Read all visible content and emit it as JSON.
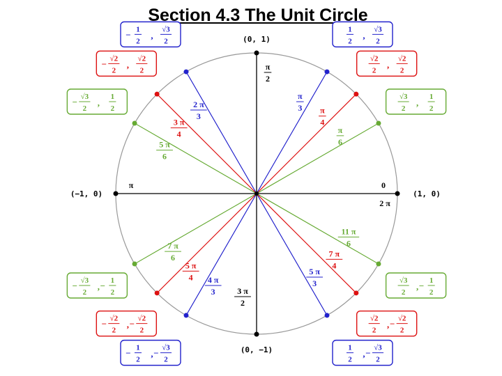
{
  "title": "Section 4.3 The Unit Circle",
  "colors": {
    "axis": "#000000",
    "circle": "#999999",
    "multiples_of_pi_over_6": "#66aa33",
    "multiples_of_pi_over_4": "#dd1111",
    "multiples_of_pi_over_3": "#2222cc"
  },
  "axis_points": [
    {
      "id": "top",
      "coord": "(0, 1)",
      "angle": "π/2"
    },
    {
      "id": "right",
      "coord": "(1, 0)",
      "angle_top": "0",
      "angle_bottom": "2 π"
    },
    {
      "id": "left",
      "coord": "(−1, 0)",
      "angle": "π"
    },
    {
      "id": "bottom",
      "coord": "(0, −1)",
      "angle": "3 π/2"
    }
  ],
  "points": [
    {
      "deg": 30,
      "angle_num": "π",
      "angle_den": "6",
      "group": "pi6",
      "x_sign": "",
      "x_num": "√3",
      "x_den": "2",
      "y_sign": "",
      "y_num": "1",
      "y_den": "2"
    },
    {
      "deg": 45,
      "angle_num": "π",
      "angle_den": "4",
      "group": "pi4",
      "x_sign": "",
      "x_num": "√2",
      "x_den": "2",
      "y_sign": "",
      "y_num": "√2",
      "y_den": "2"
    },
    {
      "deg": 60,
      "angle_num": "π",
      "angle_den": "3",
      "group": "pi3",
      "x_sign": "",
      "x_num": "1",
      "x_den": "2",
      "y_sign": "",
      "y_num": "√3",
      "y_den": "2"
    },
    {
      "deg": 120,
      "angle_num": "2 π",
      "angle_den": "3",
      "group": "pi3",
      "x_sign": "−",
      "x_num": "1",
      "x_den": "2",
      "y_sign": "",
      "y_num": "√3",
      "y_den": "2"
    },
    {
      "deg": 135,
      "angle_num": "3 π",
      "angle_den": "4",
      "group": "pi4",
      "x_sign": "−",
      "x_num": "√2",
      "x_den": "2",
      "y_sign": "",
      "y_num": "√2",
      "y_den": "2"
    },
    {
      "deg": 150,
      "angle_num": "5 π",
      "angle_den": "6",
      "group": "pi6",
      "x_sign": "−",
      "x_num": "√3",
      "x_den": "2",
      "y_sign": "",
      "y_num": "1",
      "y_den": "2"
    },
    {
      "deg": 210,
      "angle_num": "7 π",
      "angle_den": "6",
      "group": "pi6",
      "x_sign": "−",
      "x_num": "√3",
      "x_den": "2",
      "y_sign": "−",
      "y_num": "1",
      "y_den": "2"
    },
    {
      "deg": 225,
      "angle_num": "5 π",
      "angle_den": "4",
      "group": "pi4",
      "x_sign": "−",
      "x_num": "√2",
      "x_den": "2",
      "y_sign": "−",
      "y_num": "√2",
      "y_den": "2"
    },
    {
      "deg": 240,
      "angle_num": "4 π",
      "angle_den": "3",
      "group": "pi3",
      "x_sign": "−",
      "x_num": "1",
      "x_den": "2",
      "y_sign": "−",
      "y_num": "√3",
      "y_den": "2"
    },
    {
      "deg": 300,
      "angle_num": "5 π",
      "angle_den": "3",
      "group": "pi3",
      "x_sign": "",
      "x_num": "1",
      "x_den": "2",
      "y_sign": "−",
      "y_num": "√3",
      "y_den": "2"
    },
    {
      "deg": 315,
      "angle_num": "7 π",
      "angle_den": "4",
      "group": "pi4",
      "x_sign": "",
      "x_num": "√2",
      "x_den": "2",
      "y_sign": "−",
      "y_num": "√2",
      "y_den": "2"
    },
    {
      "deg": 330,
      "angle_num": "11 π",
      "angle_den": "6",
      "group": "pi6",
      "x_sign": "",
      "x_num": "√3",
      "x_den": "2",
      "y_sign": "−",
      "y_num": "1",
      "y_den": "2"
    }
  ]
}
